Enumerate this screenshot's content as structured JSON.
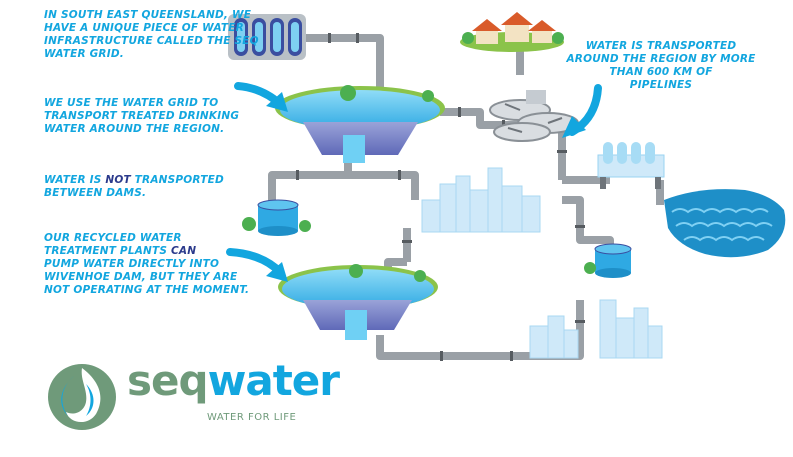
{
  "colors": {
    "text_blue": "#12a6df",
    "text_dark": "#2b3a8c",
    "pipe": "#9aa0a6",
    "water": "#3fb6e8",
    "building": "#cfe9f9",
    "logo_green": "#6f9a7a"
  },
  "text": {
    "block1": [
      "In South East Queensland, we",
      "have a unique piece of water",
      "infrastructure called the SEQ",
      "Water Grid."
    ],
    "block2": [
      "We use the water grid to",
      "transport treated drinking",
      "water around the region."
    ],
    "block3_pre": "Water is ",
    "block3_em": "NOT",
    "block3_post": " transported",
    "block3_line2": "between dams.",
    "block4_l1": "Our recycled water",
    "block4_l2_pre": "treatment plants ",
    "block4_l2_em": "CAN",
    "block4_l3": "pump water directly into",
    "block4_l4": "Wivenhoe Dam, but they are",
    "block4_l5": "not operating at the moment.",
    "right": [
      "Water is transported",
      "around the region by more",
      "than 600 km of",
      "pipelines"
    ]
  },
  "logo": {
    "word_a": "seq",
    "word_b": "water",
    "tagline": "WATER FOR LIFE",
    "icon": "seqwater-leaf-drop-icon"
  }
}
